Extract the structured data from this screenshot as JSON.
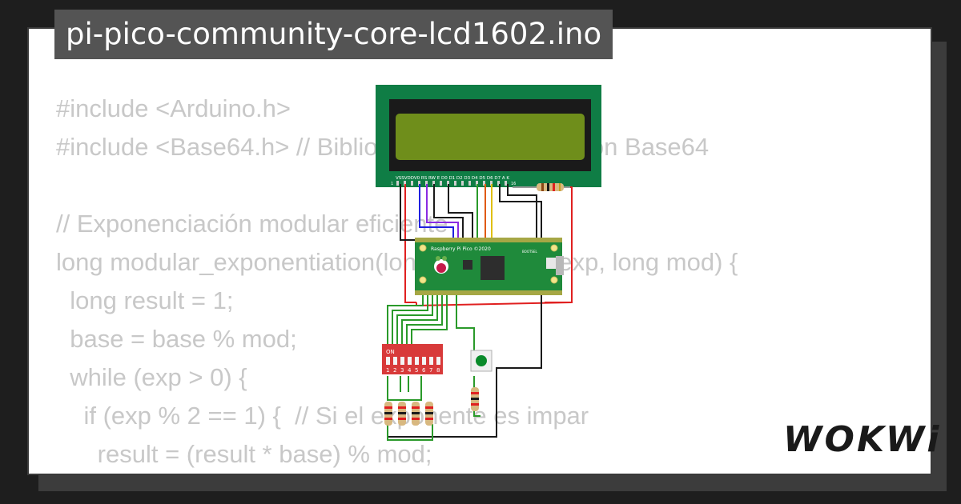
{
  "project": {
    "filename": "pi-pico-community-core-lcd1602.ino"
  },
  "code_lines": [
    "#include <Arduino.h>",
    "#include <Base64.h> // Biblioteca para codificación Base64",
    "",
    "// Exponenciación modular eficiente",
    "long modular_exponentiation(long base, long exp, long mod) {",
    "  long result = 1;",
    "  base = base % mod;",
    "  while (exp > 0) {",
    "    if (exp % 2 == 1) {  // Si el exponente es impar",
    "      result = (result * base) % mod;",
    "    }"
  ],
  "diagram": {
    "lcd_pin_labels": "VSSVDDV0 RS RW E  D0 D1 D2 D3 D4 D5 D6 D7  A   K",
    "lcd_pin_first": "1",
    "lcd_pin_last": "16",
    "pico_label": "Raspberry Pi Pico ©2020",
    "pico_bootsel": "BOOTSEL",
    "dip_on_label": "ON",
    "dip_numbers": [
      "1",
      "2",
      "3",
      "4",
      "5",
      "6",
      "7",
      "8"
    ]
  },
  "brand": {
    "logo_text": "WOKWi"
  },
  "colors": {
    "background": "#1e1e1e",
    "title_bg": "#545454",
    "code_text": "#c8c8c8",
    "lcd_board": "#0f7d45",
    "lcd_screen": "#6f8e1b",
    "pico_board": "#1f8a3b",
    "dip_switch": "#d83a3a",
    "button_cap": "#0a8a2a"
  }
}
